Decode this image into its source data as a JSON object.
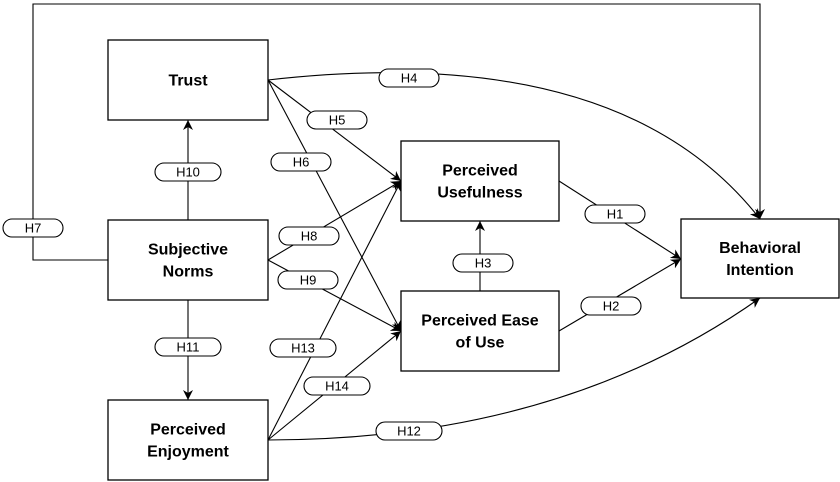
{
  "diagram": {
    "nodes": [
      {
        "id": "trust",
        "lines": [
          "Trust"
        ]
      },
      {
        "id": "subjective-norms",
        "lines": [
          "Subjective",
          "Norms"
        ]
      },
      {
        "id": "perceived-enjoyment",
        "lines": [
          "Perceived",
          "Enjoyment"
        ]
      },
      {
        "id": "perceived-usefulness",
        "lines": [
          "Perceived",
          "Usefulness"
        ]
      },
      {
        "id": "perceived-ease-of-use",
        "lines": [
          "Perceived Ease",
          "of Use"
        ]
      },
      {
        "id": "behavioral-intention",
        "lines": [
          "Behavioral",
          "Intention"
        ]
      }
    ],
    "edges": [
      {
        "label": "H1",
        "from": "perceived-usefulness",
        "to": "behavioral-intention"
      },
      {
        "label": "H2",
        "from": "perceived-ease-of-use",
        "to": "behavioral-intention"
      },
      {
        "label": "H3",
        "from": "perceived-ease-of-use",
        "to": "perceived-usefulness"
      },
      {
        "label": "H4",
        "from": "trust",
        "to": "behavioral-intention"
      },
      {
        "label": "H5",
        "from": "trust",
        "to": "perceived-usefulness"
      },
      {
        "label": "H6",
        "from": "trust",
        "to": "perceived-ease-of-use"
      },
      {
        "label": "H7",
        "from": "subjective-norms",
        "to": "behavioral-intention"
      },
      {
        "label": "H8",
        "from": "subjective-norms",
        "to": "perceived-usefulness"
      },
      {
        "label": "H9",
        "from": "subjective-norms",
        "to": "perceived-ease-of-use"
      },
      {
        "label": "H10",
        "from": "subjective-norms",
        "to": "trust"
      },
      {
        "label": "H11",
        "from": "subjective-norms",
        "to": "perceived-enjoyment"
      },
      {
        "label": "H12",
        "from": "perceived-enjoyment",
        "to": "behavioral-intention"
      },
      {
        "label": "H13",
        "from": "perceived-enjoyment",
        "to": "perceived-usefulness"
      },
      {
        "label": "H14",
        "from": "perceived-enjoyment",
        "to": "perceived-ease-of-use"
      }
    ]
  }
}
